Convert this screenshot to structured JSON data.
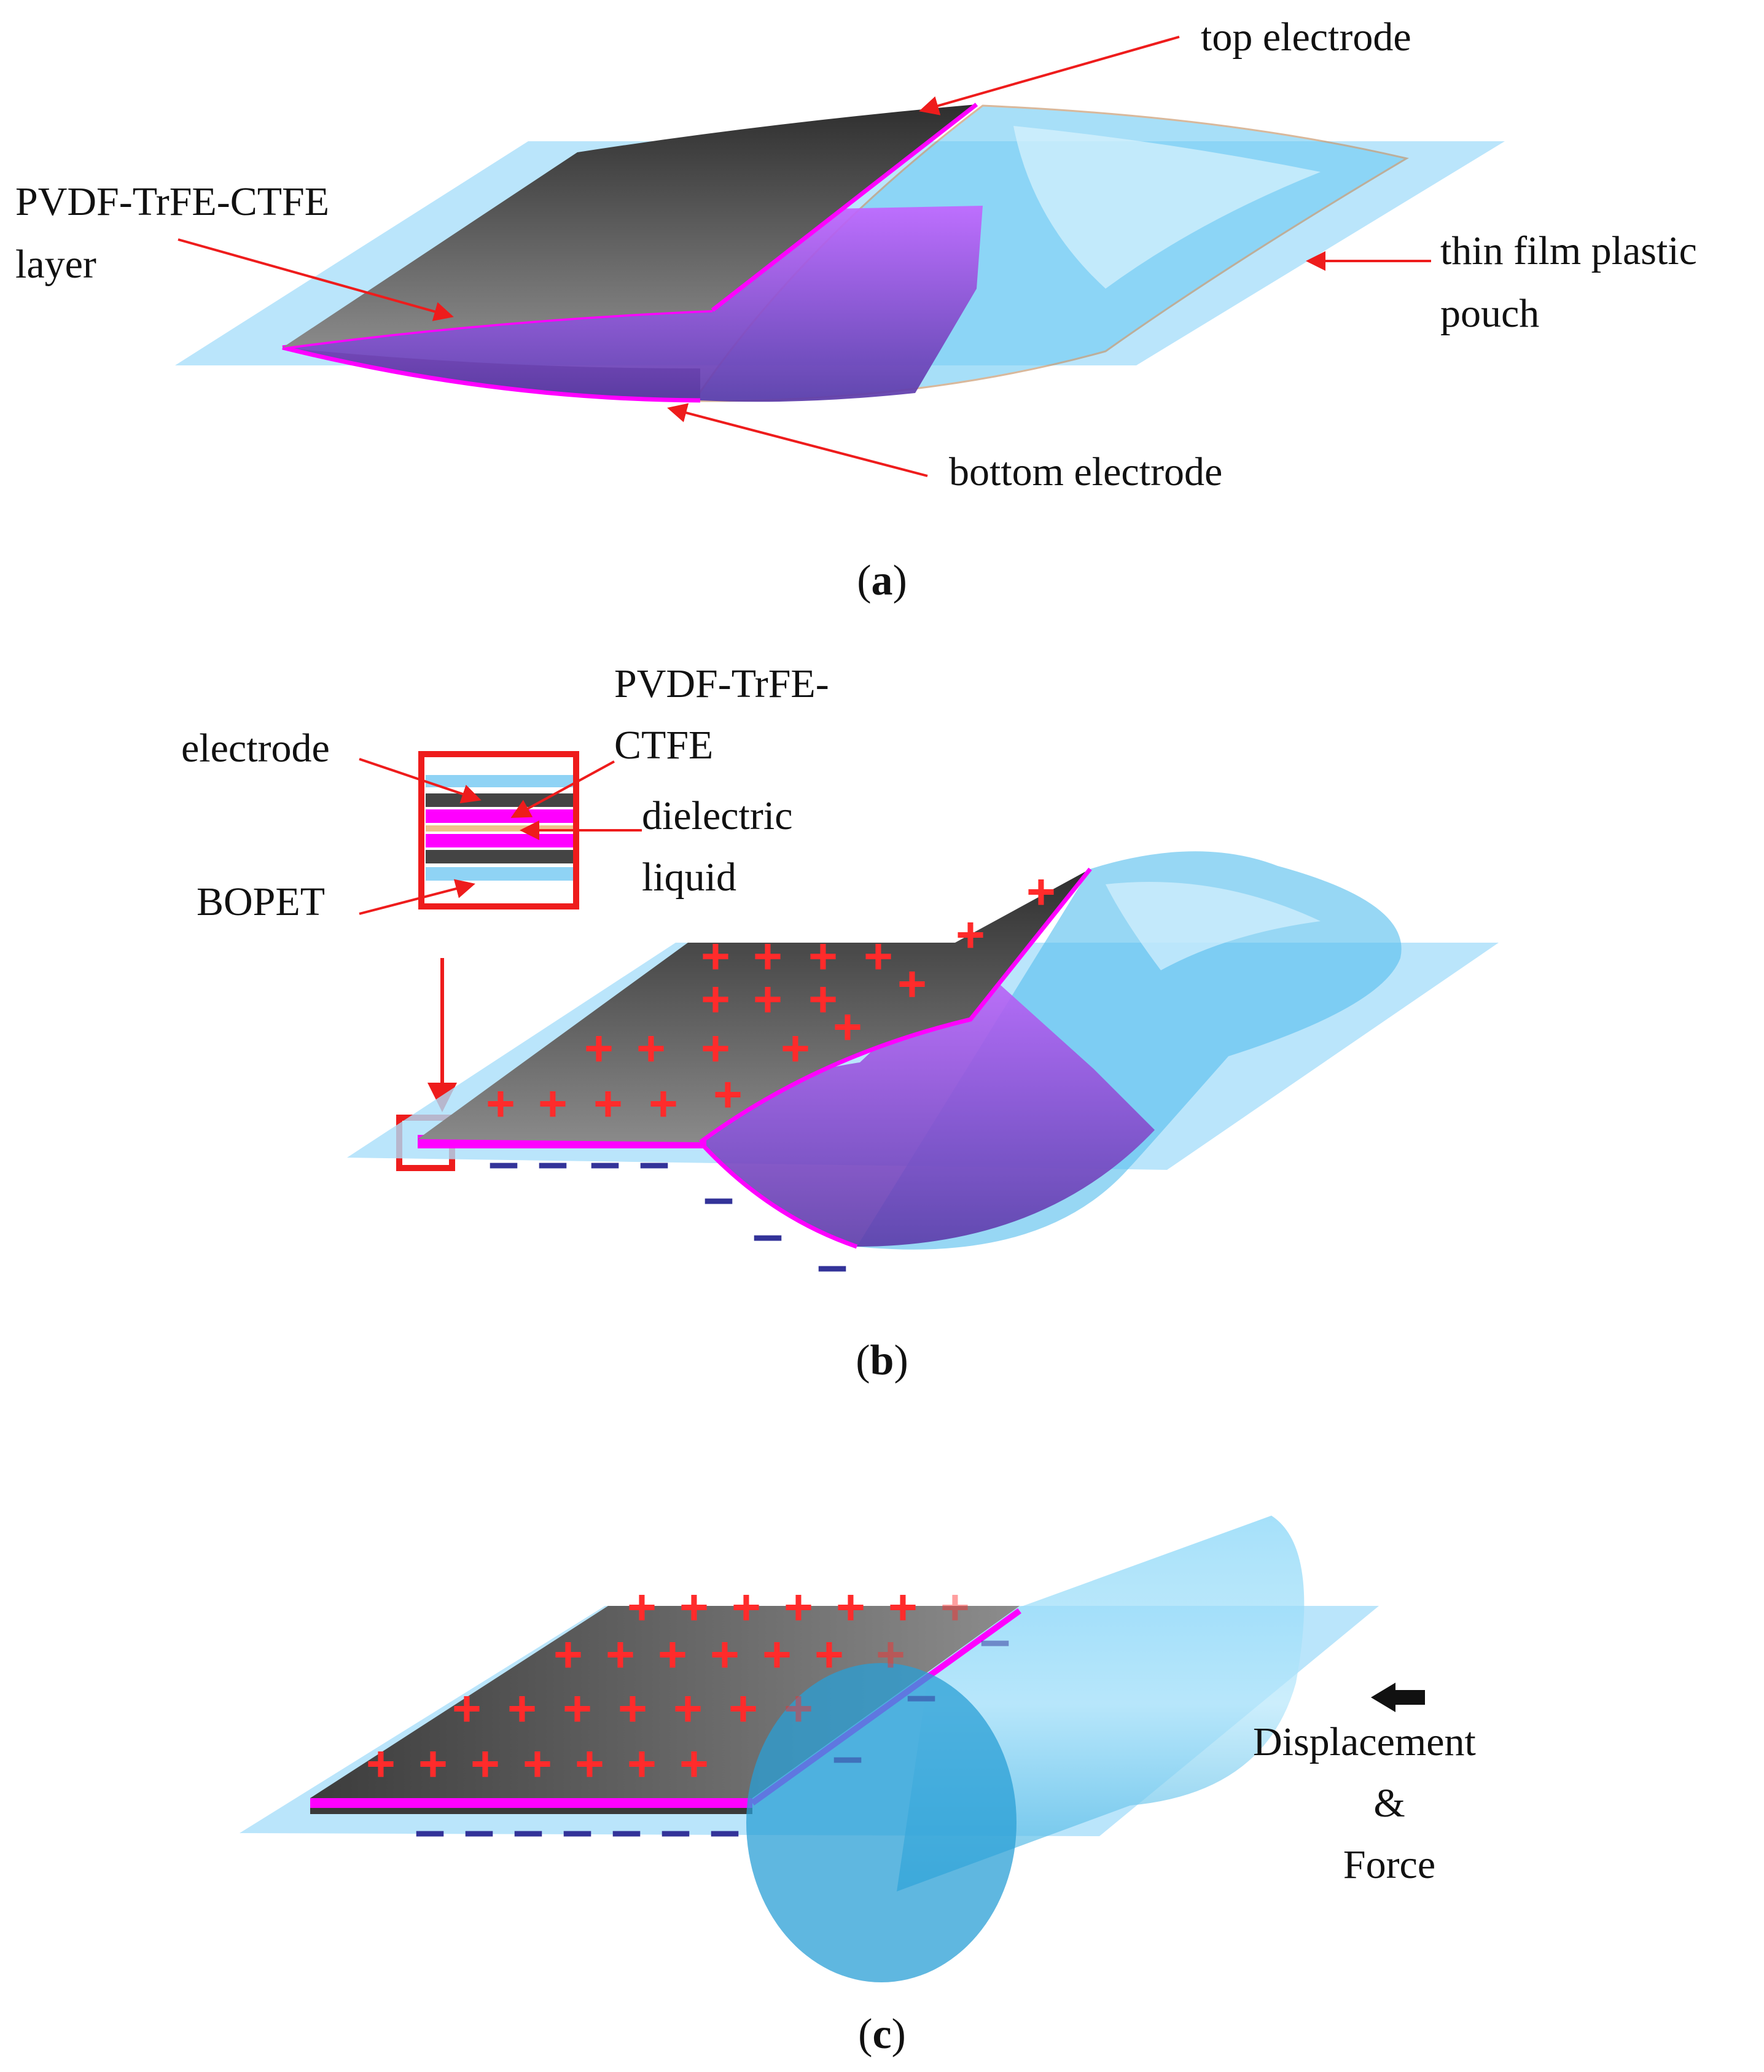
{
  "panels": [
    {
      "id": "a",
      "caption_open": "(",
      "caption_letter": "a",
      "caption_close": ")",
      "labels": {
        "top_electrode": "top electrode",
        "pvdf_line1": "PVDF-TrFE-CTFE",
        "pvdf_line2": "layer",
        "pouch_line1": "thin film plastic",
        "pouch_line2": "pouch",
        "bottom_electrode": "bottom electrode"
      }
    },
    {
      "id": "b",
      "caption_open": "(",
      "caption_letter": "b",
      "caption_close": ")",
      "labels": {
        "pvdf_line1": "PVDF-TrFE-",
        "pvdf_line2": "CTFE",
        "electrode": "electrode",
        "dielectric_line1": "dielectric",
        "dielectric_line2": "liquid",
        "bopet": "BOPET"
      }
    },
    {
      "id": "c",
      "caption_open": "(",
      "caption_letter": "c",
      "caption_close": ")",
      "labels": {
        "displacement": "Displacement",
        "ampersand": "&",
        "force": "Force"
      }
    }
  ],
  "symbols": {
    "positive": "+",
    "negative": "–"
  },
  "colors": {
    "electrode": "#4d4d4d",
    "pvdf_layer": "#ff00ff",
    "pouch": "#6cc6f0",
    "annotation": "#ee1c1c",
    "plus": "#ff2b2b",
    "minus": "#333399"
  },
  "icons": {
    "force_arrow": "left-arrow-icon"
  }
}
